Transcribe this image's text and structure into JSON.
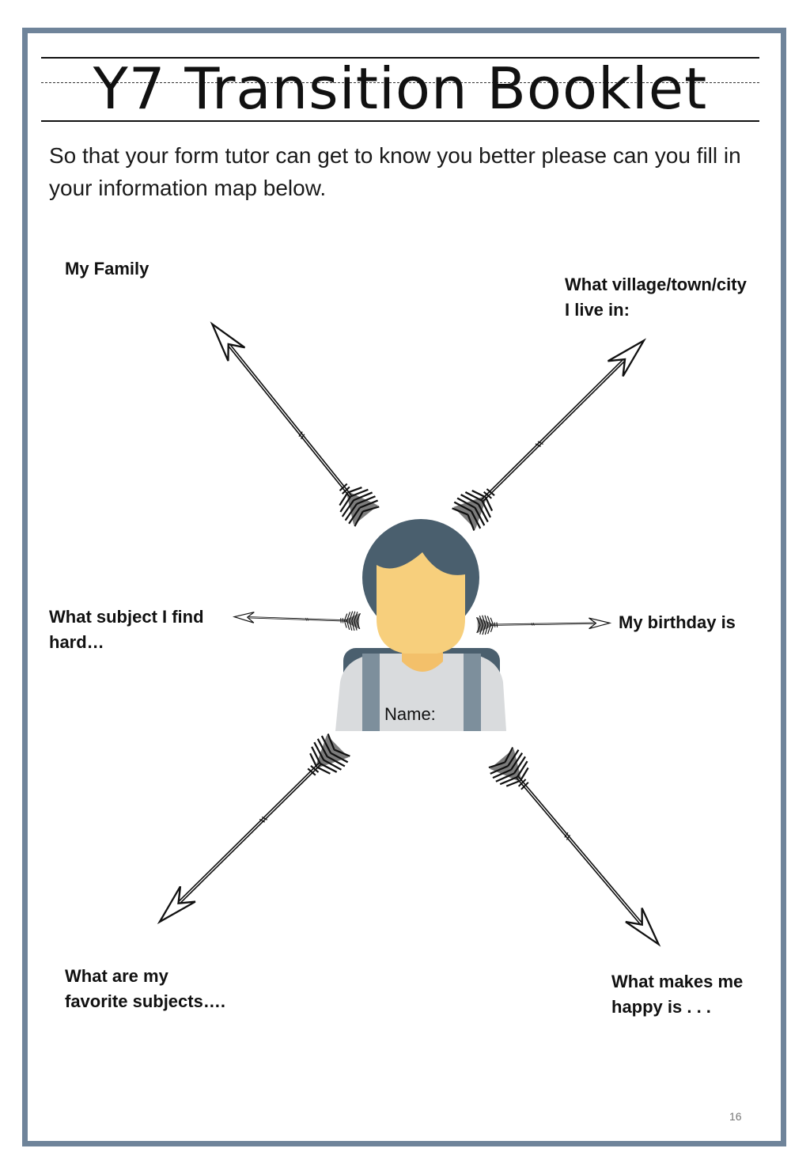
{
  "header": {
    "title": "Y7 Transition Booklet",
    "intro": "So that your form tutor can get to know you better please can you fill in your information map below."
  },
  "map": {
    "my_family": "My Family",
    "village": "What village/town/city\nI live in:",
    "subject_hard": "What subject I find\nhard…",
    "birthday": "My birthday is",
    "favorite_subjects": "What are my\nfavorite subjects….",
    "happy": "What makes me\nhappy is . . .",
    "name_label": "Name:"
  },
  "page_number": "16",
  "colors": {
    "frame": "#6f849a",
    "hair": "#4a5f6e",
    "skin": "#f7cf7c",
    "shirt": "#d9dbdd",
    "straps": "#7d8f9c"
  },
  "icons": [
    "arrow-icon",
    "student-avatar-icon"
  ]
}
